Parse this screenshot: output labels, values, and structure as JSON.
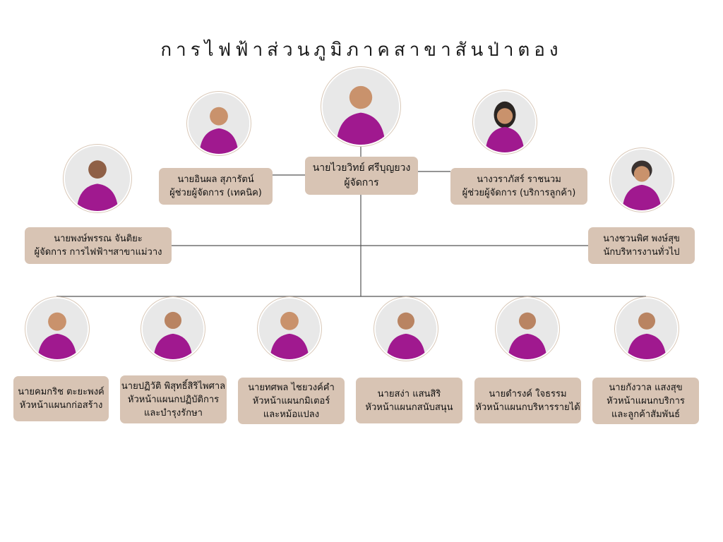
{
  "title": "การไฟฟ้าส่วนภูมิภาคสาขาสันป่าตอง",
  "colors": {
    "box": "#d8c4b4",
    "line": "#555555",
    "shirt": "#a0198f"
  },
  "manager": {
    "name": "นายไวยวิทย์ ศรีบุญยวง",
    "role": "ผู้จัดการ",
    "photo": "person-photo"
  },
  "asst_tech": {
    "name": "นายอินผล สุภารัตน์",
    "role": "ผู้ช่วยผู้จัดการ (เทคนิค)",
    "photo": "person-photo"
  },
  "asst_cust": {
    "name": "นางวราภัสร์ ราชนวม",
    "role": "ผู้ช่วยผู้จัดการ (บริการลูกค้า)",
    "photo": "person-photo"
  },
  "branch_mgr": {
    "name": "นายพงษ์พรรณ จันติยะ",
    "role": "ผู้จัดการ การไฟฟ้าฯสาขาแม่วาง",
    "photo": "person-photo"
  },
  "general_admin": {
    "name": "นางชวนพิศ พงษ์สุข",
    "role": "นักบริหารงานทั่วไป",
    "photo": "person-photo"
  },
  "heads": [
    {
      "name": "นายคมกริช ตะยะพงค์",
      "role": "หัวหน้าแผนกก่อสร้าง",
      "role2": ""
    },
    {
      "name": "นายปฏิวัติ พิสุทธิ์สิริไพศาล",
      "role": "หัวหน้าแผนกปฏิบัติการ",
      "role2": "และบำรุงรักษา"
    },
    {
      "name": "นายทศพล ไชยวงค์คำ",
      "role": "หัวหน้าแผนกมิเตอร์",
      "role2": "และหม้อแปลง"
    },
    {
      "name": "นายสง่า แสนสิริ",
      "role": "หัวหน้าแผนกสนับสนุน",
      "role2": ""
    },
    {
      "name": "นายดำรงค์ ใจธรรม",
      "role": "หัวหน้าแผนกบริหารรายได้",
      "role2": ""
    },
    {
      "name": "นายกังวาล แสงสุข",
      "role": "หัวหน้าแผนกบริการ",
      "role2": "และลูกค้าสัมพันธ์"
    }
  ]
}
